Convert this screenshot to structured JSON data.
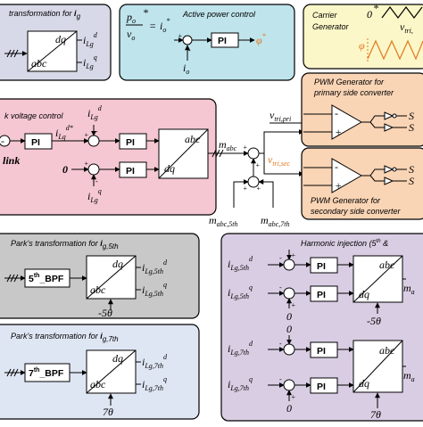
{
  "panels": {
    "ig_transform": {
      "title": "transformation for",
      "title_sub": "g"
    },
    "active_power": {
      "title": "Active power control"
    },
    "carrier": {
      "title_line1": "Carrier",
      "title_line2": "Generator",
      "zero": "0",
      "phi": "φ",
      "vtri": "v",
      "vtri_sub": "tri,"
    },
    "dc_link": {
      "title": "k voltage control",
      "link": "link"
    },
    "pwm_primary": {
      "title_line1": "PWM Generator for",
      "title_line2": "primary side converter"
    },
    "pwm_secondary": {
      "title_line1": "PWM Generator for",
      "title_line2": "secondary side converter"
    },
    "park5": {
      "title": "Park's transformation for",
      "title_sub": "g,5th"
    },
    "park7": {
      "title": "Park's transformation for",
      "title_sub": "g,7th"
    },
    "harmonic": {
      "title": "Harmonic injection (5",
      "title_sup": "th",
      "title_tail": " &"
    }
  },
  "blocks": {
    "pi": "PI",
    "dq": "dq",
    "abc": "abc",
    "bpf5": "_BPF",
    "bpf5_num": "5",
    "bpf7": "_BPF",
    "bpf7_num": "7",
    "sup_th": "th"
  },
  "signals": {
    "i_Lg": "i",
    "Lg": "Lg",
    "d": "d",
    "q": "q",
    "d_star": "d*",
    "po": "p",
    "vo": "v",
    "o": "o",
    "eq": "=",
    "i_o_star": "i",
    "star": "*",
    "phi_star": "φ",
    "m_abc": "m",
    "abc_sub": "abc",
    "abc5_sub": "abc,5th",
    "abc7_sub": "abc,7th",
    "v_tri_pri": "v",
    "tri_pri": "tri,pri",
    "tri_sec": "tri,sec",
    "S": "S",
    "Lg5": "Lg,5th",
    "Lg7": "Lg,7th",
    "neg5theta": "-5θ",
    "theta7": "7θ",
    "zero": "0",
    "plus": "+",
    "minus": "-",
    "m_a": "m",
    "a_sub": "a"
  },
  "colors": {
    "panel_blue_gray": "#d7d9e8",
    "panel_cyan": "#bfe4ec",
    "panel_yellow": "#fcf7c8",
    "panel_pink": "#f5c7d2",
    "panel_peach": "#f9d4b5",
    "panel_gray": "#c8c8c8",
    "panel_light_blue": "#dfe6f3",
    "panel_purple": "#d9cde3",
    "orange_signal": "#e07820"
  }
}
